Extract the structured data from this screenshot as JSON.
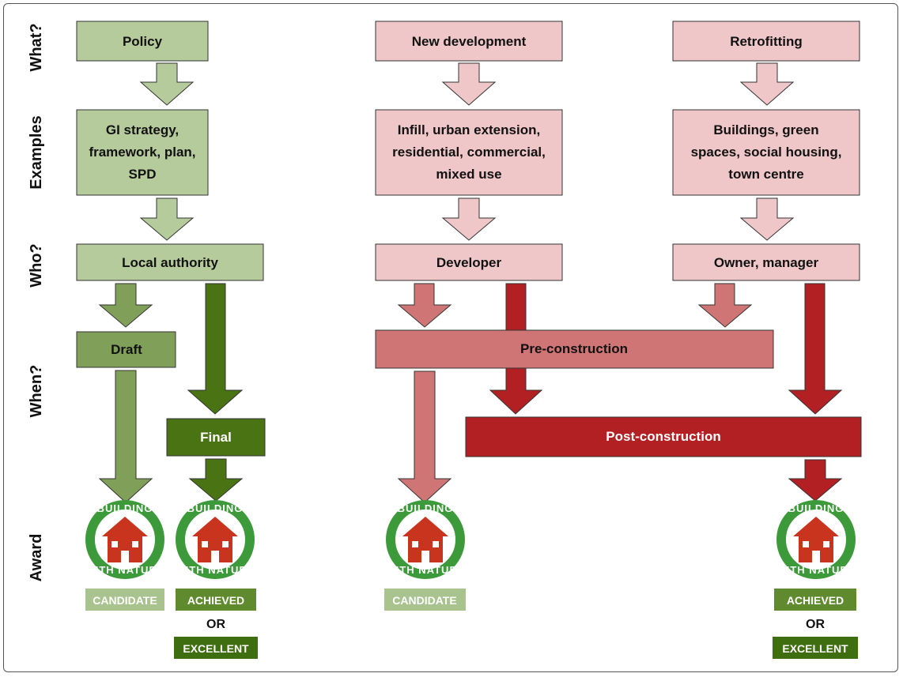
{
  "colors": {
    "green_light": "#b6cb9c",
    "green_mid": "#80a05a",
    "green_dark": "#4a7314",
    "pink_light": "#f0c7c8",
    "red_mid": "#cf7575",
    "red_dark": "#b22023",
    "badge_candidate": "#a9c38f",
    "badge_achieved": "#5f8a2e",
    "badge_excellent": "#3f6e10",
    "logo_green": "#3d9a3a",
    "logo_house": "#c8341e"
  },
  "row_labels": {
    "what": "What?",
    "examples": "Examples",
    "who": "Who?",
    "when": "When?",
    "award": "Award"
  },
  "policy": {
    "what": "Policy",
    "examples": [
      "GI strategy,",
      "framework, plan,",
      "SPD"
    ],
    "who": "Local authority",
    "draft": "Draft",
    "final": "Final"
  },
  "new_development": {
    "what": "New development",
    "examples": [
      "Infill, urban extension,",
      "residential, commercial,",
      "mixed use"
    ],
    "who": "Developer"
  },
  "retrofitting": {
    "what": "Retrofitting",
    "examples": [
      "Buildings, green",
      "spaces, social housing,",
      "town centre"
    ],
    "who": "Owner, manager"
  },
  "stages": {
    "pre_construction": "Pre-construction",
    "post_construction": "Post-construction"
  },
  "awards": {
    "candidate": "CANDIDATE",
    "achieved": "ACHIEVED",
    "or": "OR",
    "excellent": "EXCELLENT",
    "logo_top": "BUILDING",
    "logo_bottom": "WITH NATURE"
  }
}
